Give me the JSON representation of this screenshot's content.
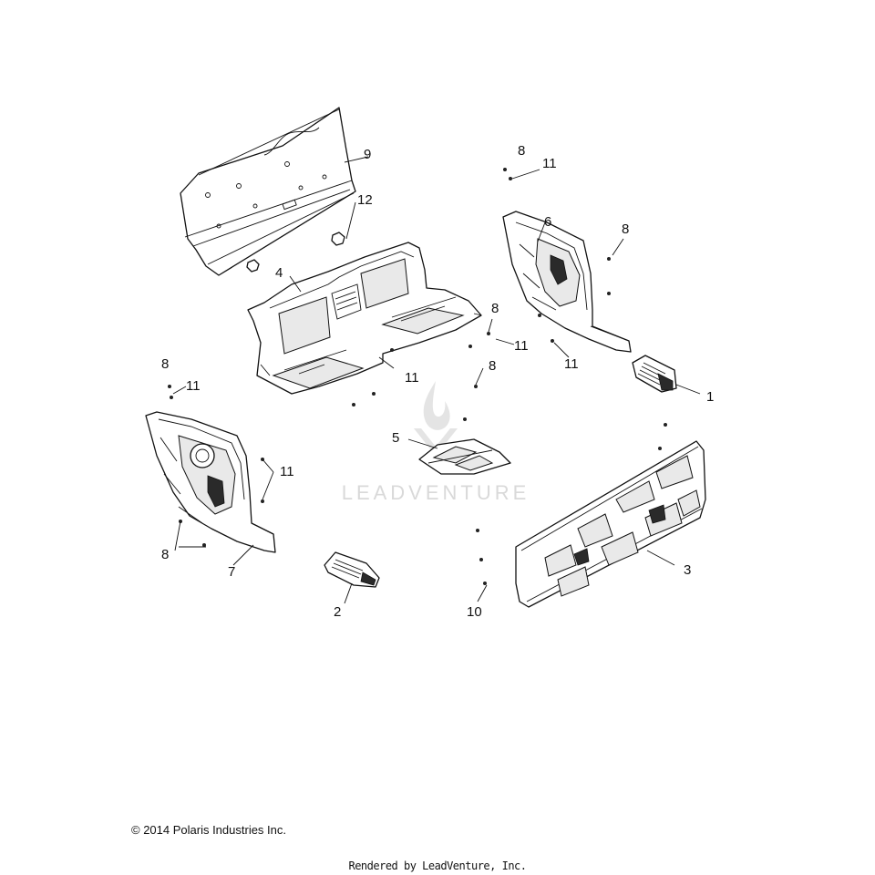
{
  "watermark": {
    "brand": "LEADVENTURE"
  },
  "callouts": [
    "1",
    "2",
    "3",
    "4",
    "5",
    "6",
    "7",
    "8",
    "9",
    "10",
    "11",
    "12"
  ],
  "footer": {
    "copyright": "© 2014 Polaris Industries Inc.",
    "rendered_by": "Rendered by LeadVenture, Inc."
  },
  "colors": {
    "line": "#111111",
    "watermark": "#d9d9d9",
    "background": "#ffffff"
  }
}
